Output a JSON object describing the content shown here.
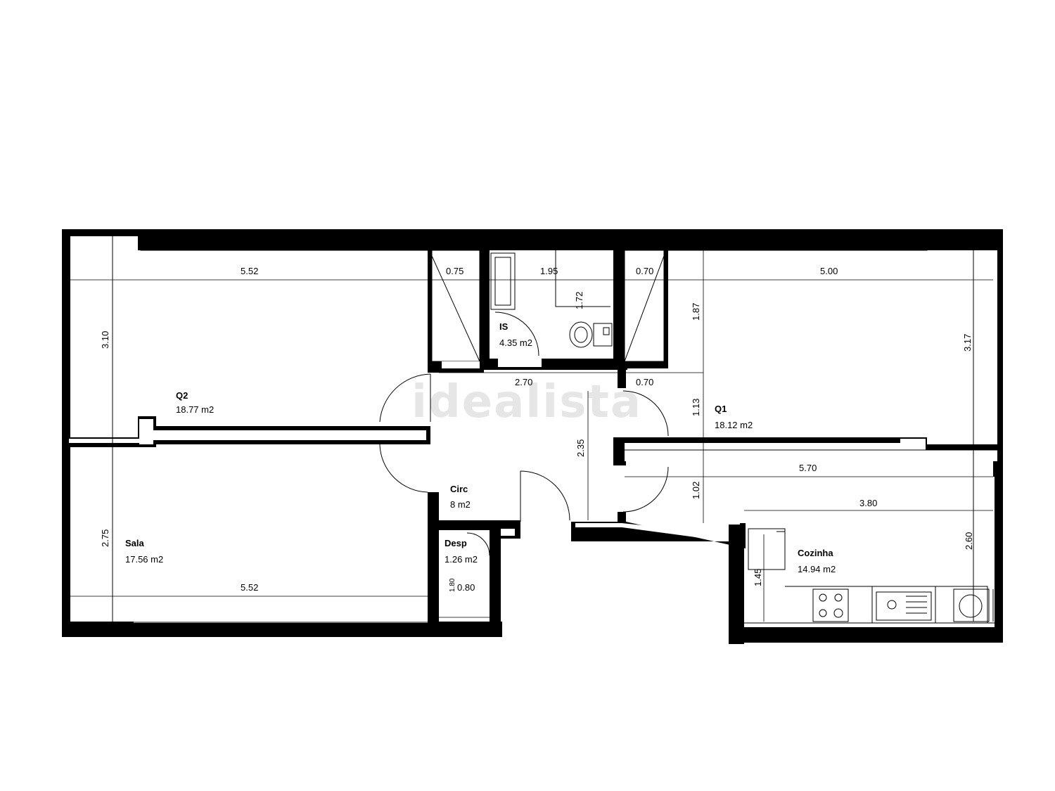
{
  "watermark": "idealista",
  "rooms": {
    "q2": {
      "name": "Q2",
      "area": "18.77 m2"
    },
    "sala": {
      "name": "Sala",
      "area": "17.56 m2"
    },
    "is": {
      "name": "IS",
      "area": "4.35 m2"
    },
    "circ": {
      "name": "Circ",
      "area": "8 m2"
    },
    "desp": {
      "name": "Desp",
      "area": "1.26 m2"
    },
    "q1": {
      "name": "Q1",
      "area": "18.12 m2"
    },
    "cozinha": {
      "name": "Cozinha",
      "area": "14.94 m2"
    }
  },
  "dimensions": {
    "q2_width": "5.52",
    "q2_depth": "3.10",
    "closet_left_width": "0.75",
    "is_width": "1.95",
    "is_inner": "1.72",
    "closet_right_width": "0.70",
    "q1_width": "5.00",
    "q1_upper_depth": "1.87",
    "q1_depth": "3.17",
    "hall_width": "2.70",
    "hall_small": "0.70",
    "q1_lower_depth": "1.13",
    "circ_depth": "2.35",
    "corridor_length": "5.70",
    "corridor_depth": "1.02",
    "kitchen_width": "3.80",
    "kitchen_depth": "2.60",
    "kitchen_counter": "1.45",
    "sala_depth": "2.75",
    "sala_width": "5.52",
    "desp_width": "0.80",
    "desp_depth": "1.80"
  }
}
